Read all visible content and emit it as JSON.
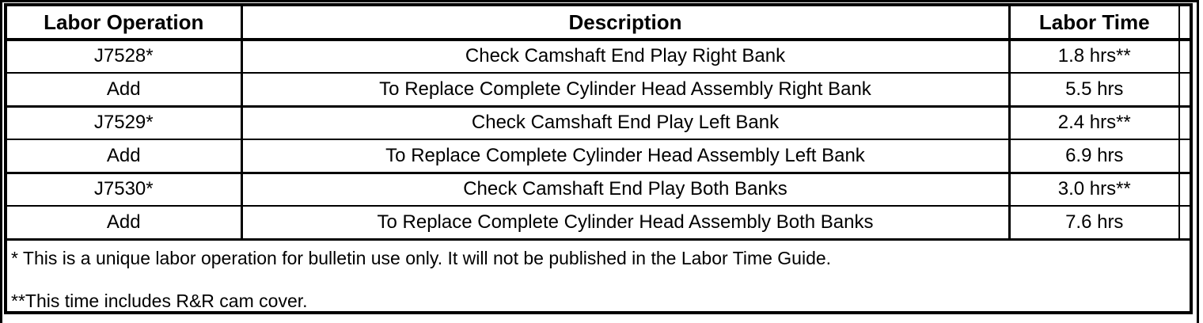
{
  "colors": {
    "border": "#000000",
    "text": "#000000",
    "background": "#ffffff"
  },
  "table": {
    "headers": [
      "Labor Operation",
      "Description",
      "Labor Time"
    ],
    "rows": [
      {
        "labor_operation": "J7528*",
        "description": "Check Camshaft End Play Right Bank",
        "labor_time": "1.8 hrs**"
      },
      {
        "labor_operation": "Add",
        "description": "To Replace Complete Cylinder Head Assembly Right Bank",
        "labor_time": "5.5 hrs"
      },
      {
        "labor_operation": "J7529*",
        "description": "Check Camshaft End Play Left Bank",
        "labor_time": "2.4 hrs**"
      },
      {
        "labor_operation": "Add",
        "description": "To Replace Complete Cylinder Head Assembly Left Bank",
        "labor_time": "6.9 hrs"
      },
      {
        "labor_operation": "J7530*",
        "description": "Check Camshaft End Play Both Banks",
        "labor_time": "3.0 hrs**"
      },
      {
        "labor_operation": "Add",
        "description": "To Replace Complete Cylinder Head Assembly Both Banks",
        "labor_time": "7.6 hrs"
      }
    ],
    "footnotes": [
      "* This is a unique labor operation for bulletin use only. It will not be published in the Labor Time Guide.",
      "**This time includes R&R cam cover."
    ]
  }
}
